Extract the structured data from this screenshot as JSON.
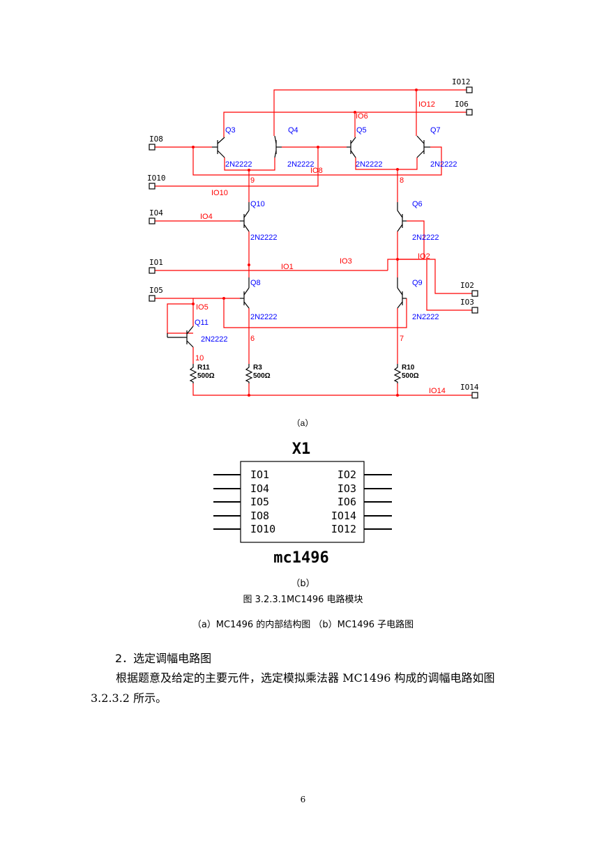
{
  "circuit": {
    "ports": {
      "io12": "IO12",
      "io6": "IO6",
      "io8": "IO8",
      "io10": "IO10",
      "io4": "IO4",
      "io1": "IO1",
      "io5": "IO5",
      "io2": "IO2",
      "io3": "IO3",
      "io14": "IO14"
    },
    "nets": {
      "io12": "IO12",
      "io6": "IO6",
      "io8": "IO8",
      "io10": "IO10",
      "io4": "IO4",
      "io1": "IO1",
      "io3": "IO3",
      "io2": "IO2",
      "io5": "IO5",
      "io14": "IO14",
      "n9": "9",
      "n8": "8",
      "n6": "6",
      "n7": "7",
      "n10": "10"
    },
    "transistors": [
      {
        "ref": "Q3",
        "model": "2N2222"
      },
      {
        "ref": "Q4",
        "model": "2N2222"
      },
      {
        "ref": "Q5",
        "model": "2N2222"
      },
      {
        "ref": "Q7",
        "model": "2N2222"
      },
      {
        "ref": "Q10",
        "model": "2N2222"
      },
      {
        "ref": "Q6",
        "model": "2N2222"
      },
      {
        "ref": "Q8",
        "model": "2N2222"
      },
      {
        "ref": "Q9",
        "model": "2N2222"
      },
      {
        "ref": "Q11",
        "model": "2N2222"
      }
    ],
    "resistors": [
      {
        "ref": "R11",
        "value": "500Ω"
      },
      {
        "ref": "R3",
        "value": "500Ω"
      },
      {
        "ref": "R10",
        "value": "500Ω"
      }
    ],
    "colors": {
      "wire": "#ff0000",
      "component": "#000000",
      "label": "#0000ff",
      "net": "#ff0000"
    }
  },
  "sub_a": "（a）",
  "module": {
    "title": "X1",
    "left_pins": [
      "IO1",
      "IO4",
      "IO5",
      "IO8",
      "IO10"
    ],
    "right_pins": [
      "IO2",
      "IO3",
      "IO6",
      "IO14",
      "IO12"
    ],
    "part": "mc1496"
  },
  "sub_b": "（b）",
  "figure_caption": "图 3.2.3.1MC1496 电路模块",
  "figure_subcaption": "（a）MC1496 的内部结构图 （b）MC1496 子电路图",
  "section_heading": "2．选定调幅电路图",
  "paragraph": "根据题意及给定的主要元件，选定模拟乘法器 MC1496 构成的调幅电路如图 3.2.3.2 所示。",
  "page_number": "6"
}
